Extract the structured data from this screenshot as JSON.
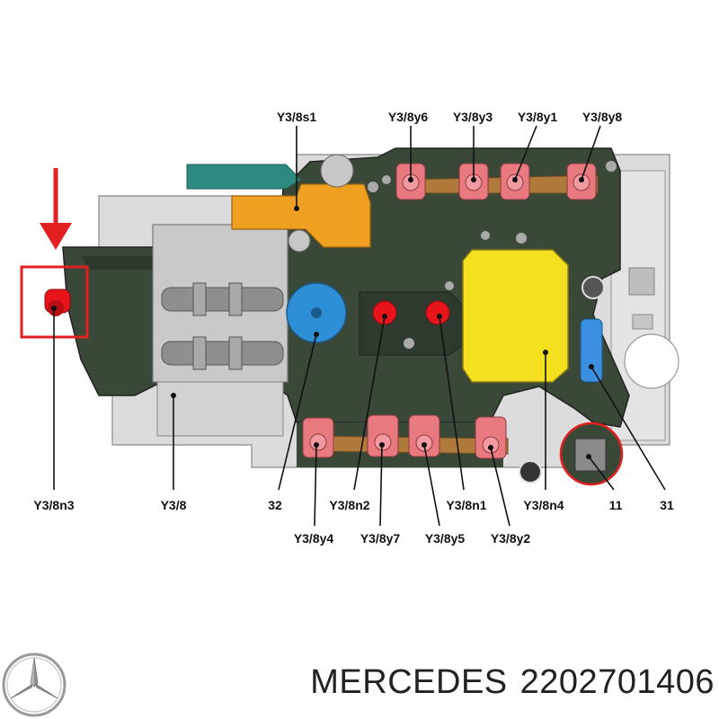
{
  "labels": {
    "top": [
      "Y3/8s1",
      "Y3/8y6",
      "Y3/8y3",
      "Y3/8y1",
      "Y3/8y8"
    ],
    "bottom_row1": [
      "Y3/8n3",
      "Y3/8",
      "32",
      "Y3/8n2",
      "Y3/8n1",
      "Y3/8n4",
      "11",
      "31"
    ],
    "bottom_row2": [
      "Y3/8y4",
      "Y3/8y7",
      "Y3/8y5",
      "Y3/8y2"
    ]
  },
  "footer": {
    "brand": "MERCEDES",
    "part_number": "2202701406"
  },
  "logo": "mercedes-star-logo",
  "colors": {
    "board": "#3c4a3a",
    "plate": "#d9d9d9",
    "connector": "#e8797f",
    "solenoid_blue": "#2f8fd6",
    "sensor_red": "#e8141c",
    "module_yellow": "#f4e01e",
    "sensor_orange": "#f0a020",
    "indicator_arrow": "#e32020",
    "pin_blue": "#3b8fe0",
    "copper_strip": "#b07a3a"
  }
}
